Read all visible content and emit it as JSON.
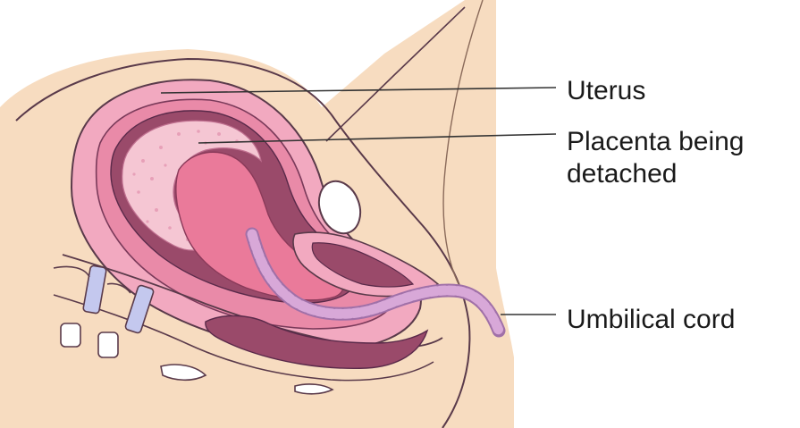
{
  "labels": {
    "uterus": "Uterus",
    "placenta_line1": "Placenta being",
    "placenta_line2": "detached",
    "umbilical_cord": "Umbilical cord"
  },
  "colors": {
    "skin": "#f7dcc0",
    "uterus_wall": "#f2a9c0",
    "uterus_inner": "#e98aa8",
    "placenta": "#f5c6d3",
    "deep_tissue": "#9a4a6a",
    "cavity": "#ea7a9a",
    "cord": "#d8a8d8",
    "spine": "#c4c8ee",
    "outline": "#5a3a4a",
    "leader_line": "#333333"
  }
}
